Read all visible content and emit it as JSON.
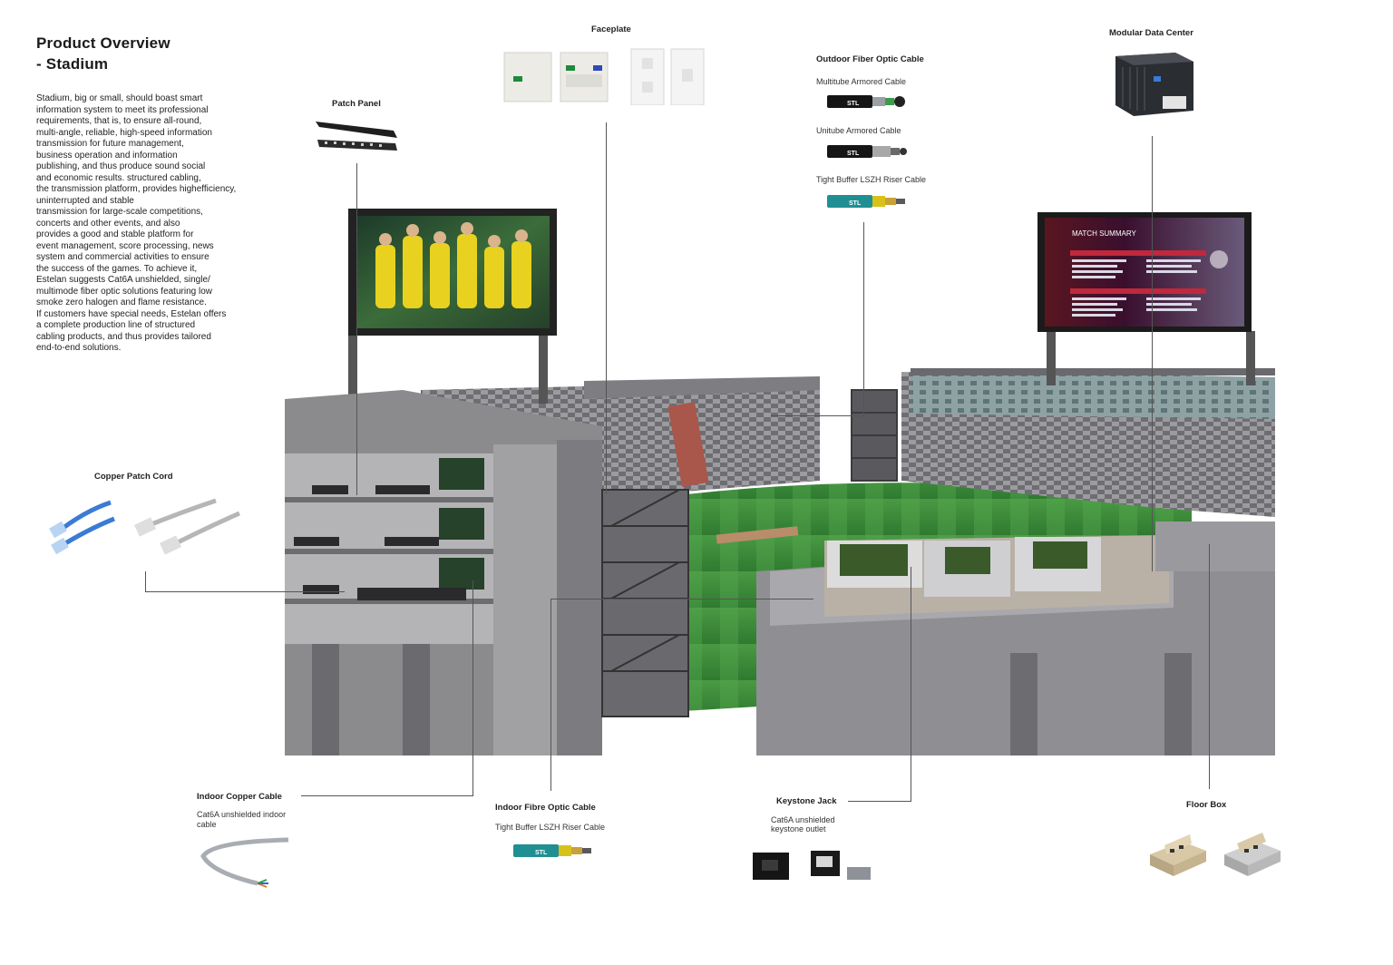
{
  "header": {
    "title_line1": "Product Overview",
    "title_line2": "- Stadium"
  },
  "intro_lines": [
    "Stadium, big or small, should boast smart",
    "information system to meet its professional",
    "requirements, that is, to ensure all-round,",
    "multi-angle, reliable, high-speed information",
    "transmission for future management,",
    "business operation and information",
    "publishing, and thus produce sound social",
    "and economic results. structured cabling,",
    "the transmission platform, provides highefficiency,",
    "uninterrupted and stable",
    "transmission for large-scale competitions,",
    "concerts and other events, and also",
    "provides a good and stable platform for",
    "event management, score processing, news",
    "system and commercial activities to ensure",
    "the success of the games. To achieve it,",
    "Estelan suggests Cat6A unshielded, single/",
    "multimode fiber optic solutions featuring low",
    "smoke zero halogen and flame resistance.",
    "If customers have special needs, Estelan offers",
    "a complete production line of structured",
    "cabling products, and thus provides tailored",
    "end-to-end solutions."
  ],
  "callouts": {
    "patch_panel": "Patch Panel",
    "faceplate": "Faceplate",
    "outdoor_fiber": "Outdoor Fiber Optic Cable",
    "multitube": "Multitube Armored Cable",
    "unitube": "Unitube Armored Cable",
    "tight_buffer": "Tight Buffer LSZH Riser Cable",
    "modular_dc": "Modular Data Center",
    "copper_patch": "Copper Patch Cord",
    "indoor_copper": "Indoor Copper Cable",
    "indoor_copper_sub": "Cat6A unshielded indoor cable",
    "indoor_fibre": "Indoor Fibre Optic Cable",
    "indoor_fibre_sub": "Tight Buffer LSZH Riser Cable",
    "keystone": "Keystone Jack",
    "keystone_sub1": "Cat6A unshielded",
    "keystone_sub2": "keystone outlet",
    "floor_box": "Floor Box"
  },
  "cable_brand": "STL",
  "scoreboard": {
    "title": "MATCH SUMMARY"
  },
  "colors": {
    "accent_teal": "#1f8f93",
    "cable_black": "#151515",
    "grass": "#3e8a3b",
    "concrete": "#8b8b8e",
    "score_red": "#c0283c"
  }
}
